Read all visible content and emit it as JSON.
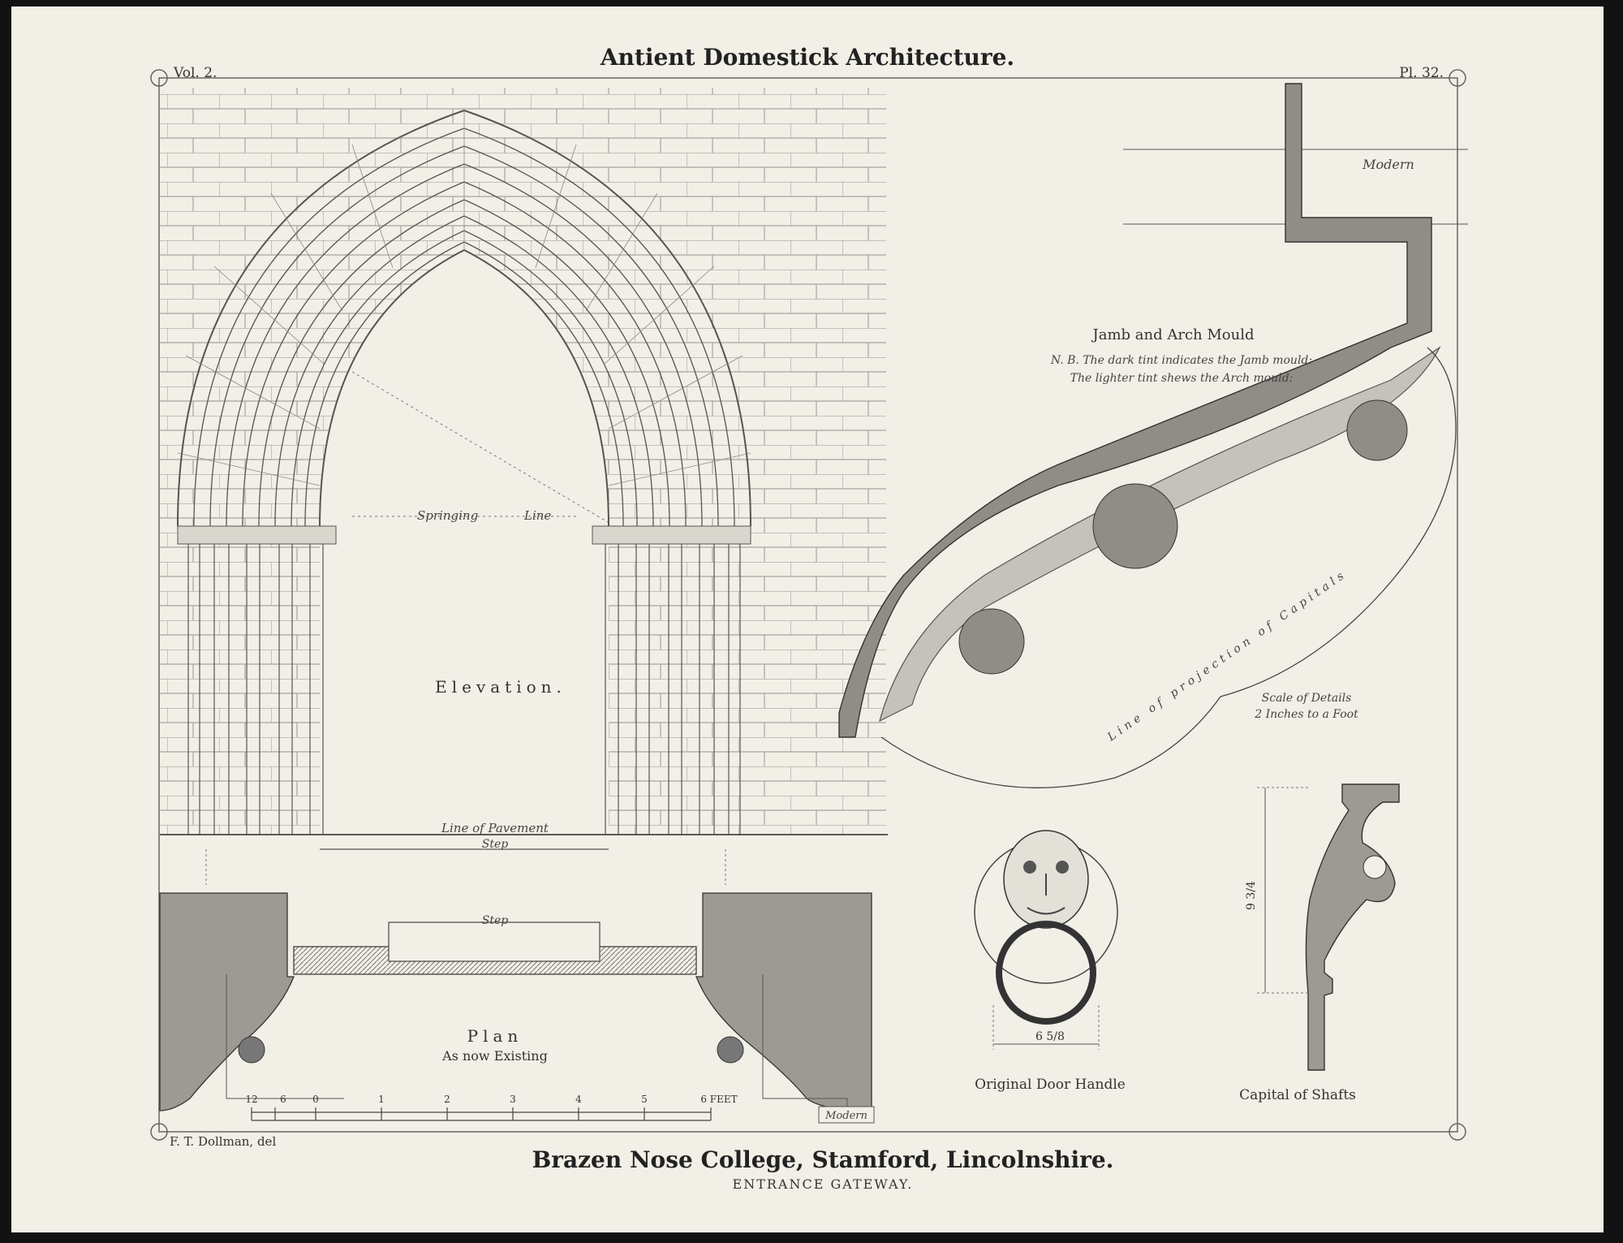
{
  "header": {
    "title": "Antient Domestick Architecture.",
    "volume": "Vol. 2.",
    "plate": "Pl. 32."
  },
  "elevation": {
    "label": "Elevation.",
    "springing_line": [
      "Springing",
      "Line"
    ],
    "line_of_pavement": "Line of Pavement",
    "step_upper": "Step",
    "step_lower": "Step"
  },
  "plan": {
    "label": "Plan",
    "sublabel": "As now Existing",
    "modern": "Modern",
    "scale_ticks": [
      "12",
      "6",
      "0",
      "1",
      "2",
      "3",
      "4",
      "5",
      "6 FEET"
    ]
  },
  "jamb": {
    "modern": "Modern",
    "title": "Jamb and Arch Mould",
    "note_1": "N. B. The dark tint indicates the Jamb mould:",
    "note_2": "The lighter tint shews the Arch mould:",
    "projection_line": "Line of projection of Capitals",
    "scale_1": "Scale of Details",
    "scale_2": "2 Inches to a Foot"
  },
  "handle": {
    "caption": "Original Door Handle",
    "dimension": "6 5/8"
  },
  "capital": {
    "caption": "Capital of Shafts",
    "dimension": "9 3/4"
  },
  "footer": {
    "artist": "F. T. Dollman, del",
    "title": "Brazen Nose College, Stamford, Lincolnshire.",
    "subtitle": "ENTRANCE GATEWAY."
  }
}
